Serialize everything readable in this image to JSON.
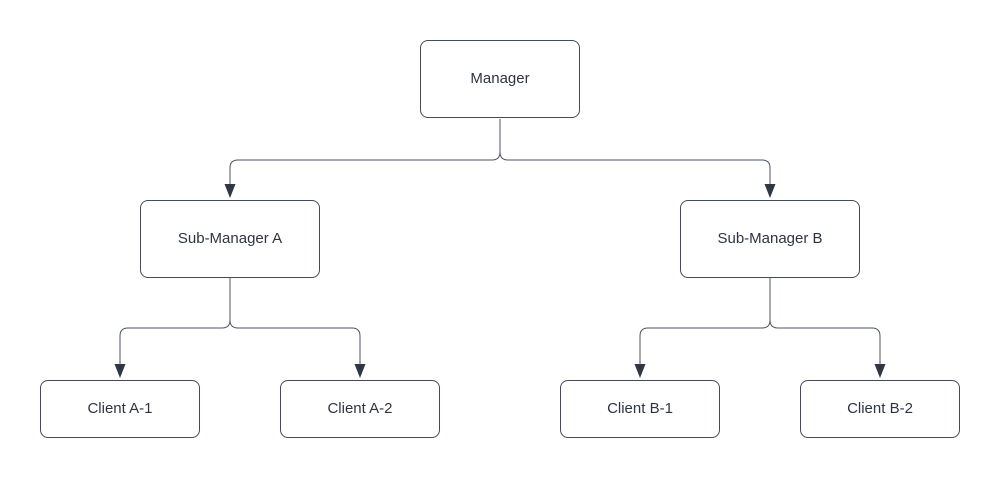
{
  "diagram": {
    "type": "org-chart",
    "levels": 3
  },
  "nodes": {
    "manager": {
      "label": "Manager"
    },
    "sub_manager_a": {
      "label": "Sub-Manager A"
    },
    "sub_manager_b": {
      "label": "Sub-Manager B"
    },
    "client_a1": {
      "label": "Client A-1"
    },
    "client_a2": {
      "label": "Client A-2"
    },
    "client_b1": {
      "label": "Client B-1"
    },
    "client_b2": {
      "label": "Client B-2"
    }
  },
  "edges": [
    {
      "from": "manager",
      "to": "sub_manager_a"
    },
    {
      "from": "manager",
      "to": "sub_manager_b"
    },
    {
      "from": "sub_manager_a",
      "to": "client_a1"
    },
    {
      "from": "sub_manager_a",
      "to": "client_a2"
    },
    {
      "from": "sub_manager_b",
      "to": "client_b1"
    },
    {
      "from": "sub_manager_b",
      "to": "client_b2"
    }
  ],
  "colors": {
    "background": "#ffffff",
    "node_fill": "#ffffff",
    "node_border": "#414b59",
    "text": "#2e3440",
    "connector": "#4b5563",
    "arrowhead": "#2e3744"
  }
}
